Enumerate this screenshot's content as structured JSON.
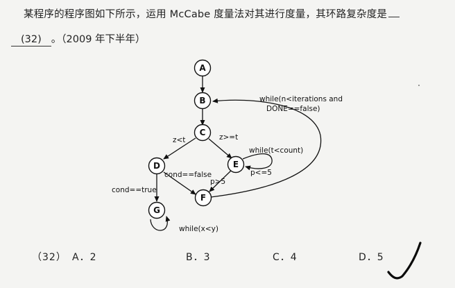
{
  "question": {
    "text": "某程序的程序图如下所示，运用 McCabe 度量法对其进行度量，其环路复杂度是",
    "blank": "(32)",
    "period": "。",
    "source": "（2009 年下半年）"
  },
  "graph": {
    "nodes": [
      "A",
      "B",
      "C",
      "D",
      "E",
      "F",
      "G"
    ],
    "edge_labels": {
      "loop_b_1": "while(n<iterations and",
      "loop_b_2": "DONE==false)",
      "c_to_d": "z<t",
      "c_to_e": "z>=t",
      "e_loop": "while(t<count)",
      "e_pless": "p<=5",
      "d_cond_false": "cond==false",
      "d_cond_true": "cond==true",
      "e_pgreater": "p>5",
      "g_loop": "while(x<y)"
    }
  },
  "choices": {
    "number": "（32）",
    "a": "A．2",
    "b": "B．3",
    "c": "C．4",
    "d": "D．5"
  },
  "colors": {
    "ink": "#111111",
    "background": "#f4f4f2",
    "mark": "#0a0a0a"
  }
}
